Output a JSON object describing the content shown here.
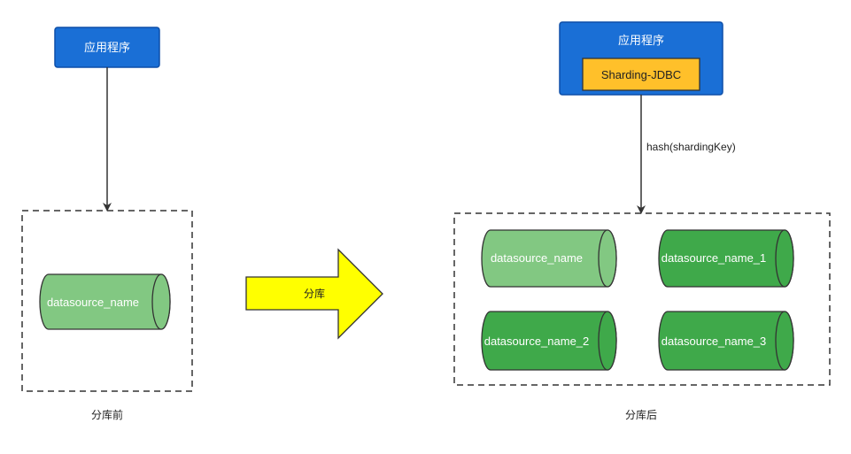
{
  "before": {
    "app_label": "应用程序",
    "datasource_label": "datasource_name",
    "caption": "分库前"
  },
  "transition": {
    "arrow_label": "分库"
  },
  "after": {
    "app_label": "应用程序",
    "middleware_label": "Sharding-JDBC",
    "edge_label": "hash(shardingKey)",
    "datasources": [
      "datasource_name",
      "datasource_name_1",
      "datasource_name_2",
      "datasource_name_3"
    ],
    "caption": "分库后"
  },
  "colors": {
    "app_blue": "#1a6fd6",
    "middleware_yellow": "#ffc02a",
    "db_light_green": "#82c882",
    "db_green": "#3fa94a",
    "arrow_yellow": "#ffff00"
  }
}
